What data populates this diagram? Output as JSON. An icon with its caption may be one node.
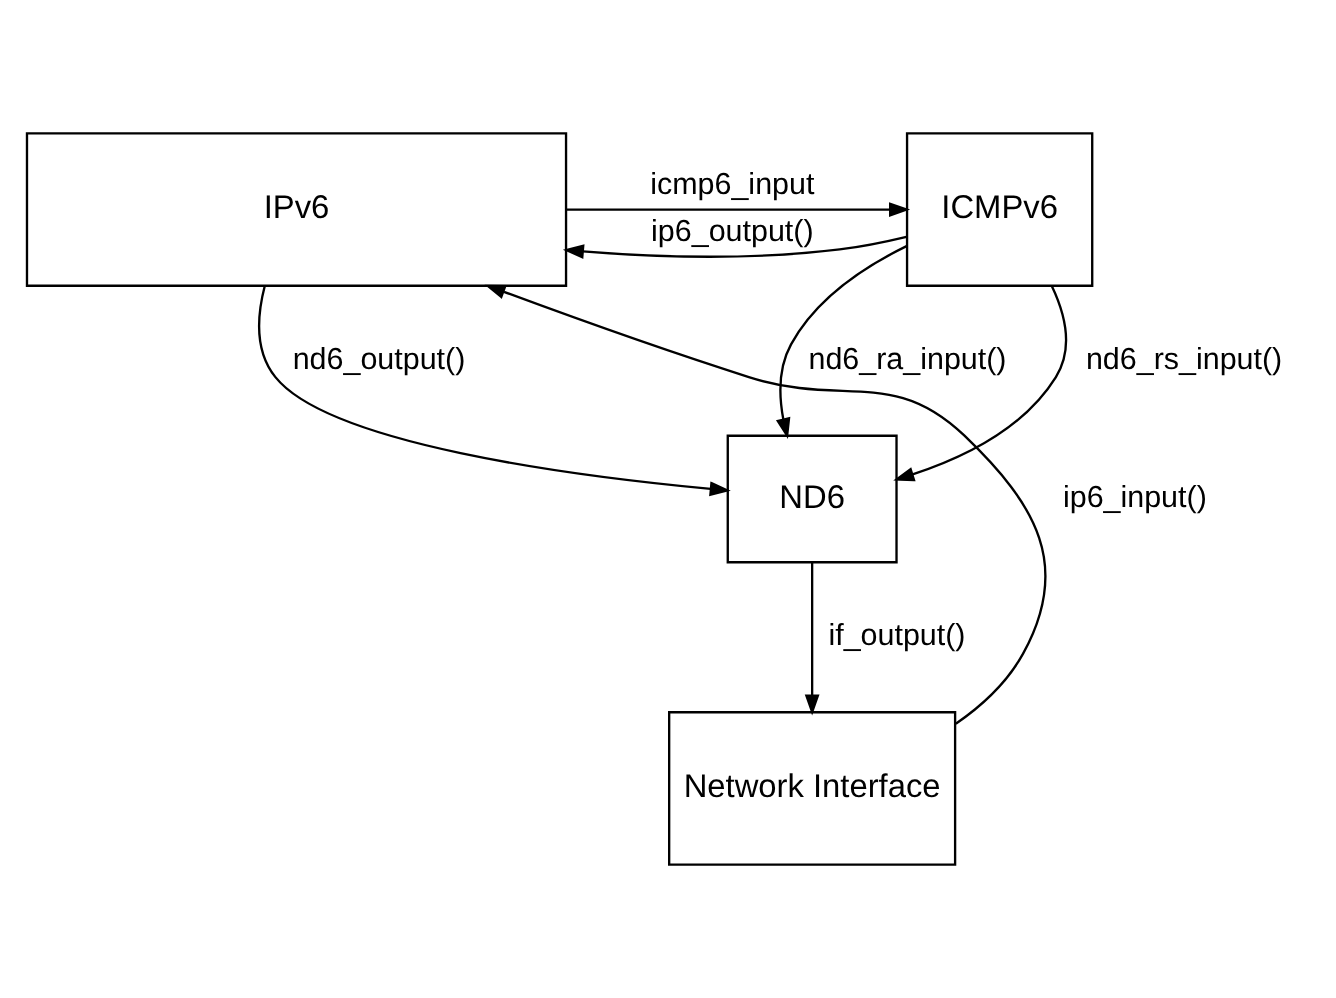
{
  "diagram": {
    "nodes": [
      {
        "text": [
          "IPv6"
        ]
      },
      {
        "text": [
          "ICMPv6"
        ]
      },
      {
        "text": [
          "ND6"
        ]
      },
      {
        "text": [
          "Network Interface"
        ]
      }
    ],
    "edges": [
      {
        "from": 0,
        "to": 1,
        "arrow": "to",
        "label": "icmp6_input"
      },
      {
        "from": 1,
        "to": 0,
        "arrow": "to",
        "label": "ip6_output()"
      },
      {
        "from": 0,
        "to": 2,
        "arrow": "to",
        "label": "nd6_output()"
      },
      {
        "from": 1,
        "to": 2,
        "arrow": "to",
        "label": "nd6_ra_input()"
      },
      {
        "from": 1,
        "to": 2,
        "arrow": "to",
        "label": "nd6_rs_input()"
      },
      {
        "from": 2,
        "to": 3,
        "arrow": "to",
        "label": "if_output()"
      },
      {
        "from": 3,
        "to": 0,
        "arrow": "to",
        "label": "ip6_input()"
      }
    ]
  }
}
